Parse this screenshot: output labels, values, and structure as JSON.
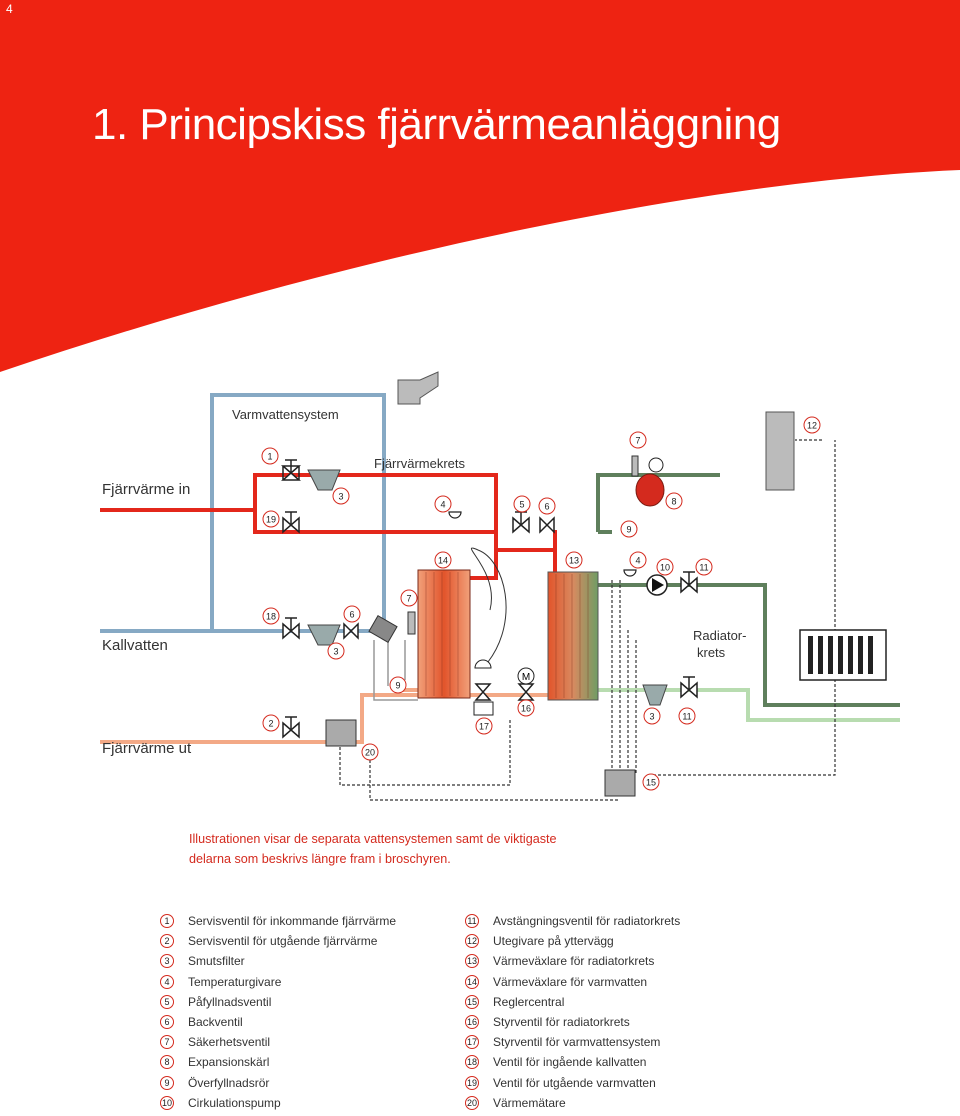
{
  "page_number": "4",
  "page_title": "1. Principskiss fjärrvärmeanläggning",
  "diagram": {
    "labels": {
      "varmvattensystem": "Varmvattensystem",
      "fjarrvarmekrets": "Fjärrvärmekrets",
      "fjarrvarme_in": "Fjärrvärme in",
      "kallvatten": "Kallvatten",
      "fjarrvarme_ut": "Fjärrvärme ut",
      "radiatorkrets_line1": "Radiator-",
      "radiatorkrets_line2": "krets",
      "motor": "M"
    },
    "callouts": [
      "1",
      "19",
      "3",
      "4",
      "5",
      "6",
      "7",
      "9",
      "8",
      "12",
      "14",
      "13",
      "4",
      "10",
      "11",
      "18",
      "6",
      "3",
      "7",
      "9",
      "2",
      "17",
      "16",
      "3",
      "11",
      "20",
      "15"
    ]
  },
  "caption": {
    "line1": "Illustrationen visar de separata vattensystemen samt de viktigaste",
    "line2": "delarna som beskrivs längre fram i broschyren."
  },
  "legend_left": [
    {
      "num": "1",
      "label": "Servisventil för inkommande fjärrvärme"
    },
    {
      "num": "2",
      "label": "Servisventil för utgående fjärrvärme"
    },
    {
      "num": "3",
      "label": "Smutsfilter"
    },
    {
      "num": "4",
      "label": "Temperaturgivare"
    },
    {
      "num": "5",
      "label": "Påfyllnadsventil"
    },
    {
      "num": "6",
      "label": "Backventil"
    },
    {
      "num": "7",
      "label": "Säkerhetsventil"
    },
    {
      "num": "8",
      "label": "Expansionskärl"
    },
    {
      "num": "9",
      "label": "Överfyllnadsrör"
    },
    {
      "num": "10",
      "label": "Cirkulationspump"
    }
  ],
  "legend_right": [
    {
      "num": "11",
      "label": "Avstängningsventil för radiatorkrets"
    },
    {
      "num": "12",
      "label": "Utegivare på yttervägg"
    },
    {
      "num": "13",
      "label": "Värmeväxlare för radiatorkrets"
    },
    {
      "num": "14",
      "label": "Värmeväxlare för varmvatten"
    },
    {
      "num": "15",
      "label": "Reglercentral"
    },
    {
      "num": "16",
      "label": "Styrventil för radiatorkrets"
    },
    {
      "num": "17",
      "label": "Styrventil för varmvattensystem"
    },
    {
      "num": "18",
      "label": "Ventil för ingående kallvatten"
    },
    {
      "num": "19",
      "label": "Ventil för utgående varmvatten"
    },
    {
      "num": "20",
      "label": "Värmemätare"
    }
  ],
  "colors": {
    "accent_red": "#ee2312",
    "hot_red": "#e3271b",
    "cold_blue": "#86a9c4",
    "return_orange": "#f3a986",
    "supply_green": "#5f7f5c",
    "return_green": "#b8dcb0"
  }
}
